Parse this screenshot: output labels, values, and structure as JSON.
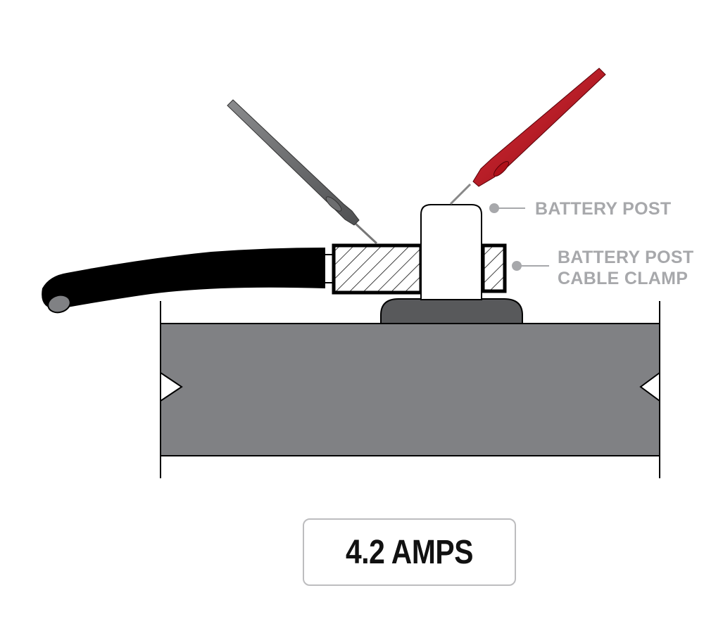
{
  "labels": {
    "battery_post": "BATTERY POST",
    "cable_clamp_line1": "BATTERY POST",
    "cable_clamp_line2": "CABLE CLAMP"
  },
  "reading": {
    "value": "4.2 AMPS"
  },
  "colors": {
    "battery": "#808184",
    "post_base": "#58595b",
    "cable": "#000000",
    "red_probe": "#c1121f",
    "black_probe": "#6d6e70",
    "label": "#a7a8ab"
  }
}
